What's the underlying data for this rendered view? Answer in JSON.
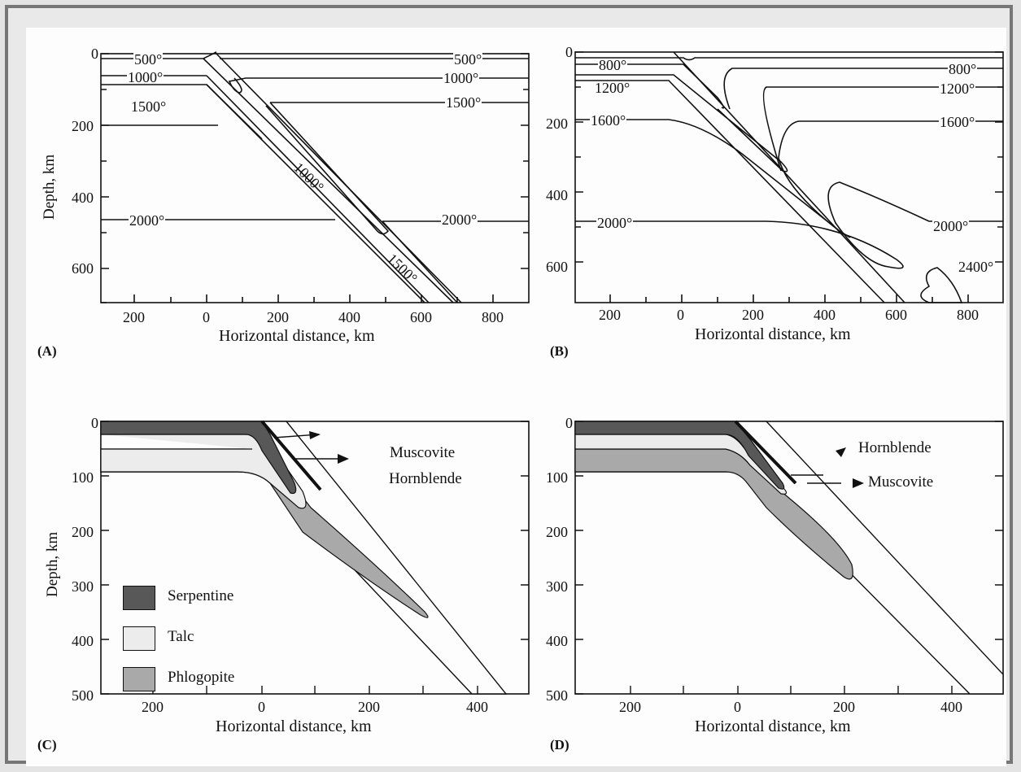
{
  "panels": {
    "A": {
      "label": "(A)",
      "xlabel": "Horizontal distance, km",
      "ylabel": "Depth, km",
      "xticks": [
        "200",
        "0",
        "200",
        "400",
        "600",
        "800"
      ],
      "yticks": [
        "0",
        "200",
        "400",
        "600"
      ],
      "isotherms": {
        "left_500": "500°",
        "right_500": "500°",
        "left_1000": "1000°",
        "right_1000": "1000°",
        "left_1500": "1500°",
        "right_1500": "1500°",
        "left_2000": "2000°",
        "right_2000": "2000°",
        "slab_1000": "1000°",
        "slab_1500": "1500°"
      }
    },
    "B": {
      "label": "(B)",
      "xlabel": "Horizontal distance, km",
      "xticks": [
        "200",
        "0",
        "200",
        "400",
        "600",
        "800"
      ],
      "yticks": [
        "0",
        "200",
        "400",
        "600"
      ],
      "isotherms": {
        "left_800": "800°",
        "right_800": "800°",
        "left_1200": "1200°",
        "right_1200": "1200°",
        "left_1600": "1600°",
        "right_1600": "1600°",
        "left_2000": "2000°",
        "right_2000": "2000°",
        "right_2400": "2400°"
      }
    },
    "C": {
      "label": "(C)",
      "xlabel": "Horizontal distance, km",
      "ylabel": "Depth, km",
      "xticks": [
        "200",
        "0",
        "200",
        "400"
      ],
      "yticks": [
        "0",
        "100",
        "200",
        "300",
        "400",
        "500"
      ],
      "minerals": {
        "muscovite": "Muscovite",
        "hornblende": "Hornblende"
      },
      "legend": [
        {
          "label": "Serpentine",
          "color": "#585858"
        },
        {
          "label": "Talc",
          "color": "#ececec"
        },
        {
          "label": "Phlogopite",
          "color": "#a9a9a9"
        }
      ]
    },
    "D": {
      "label": "(D)",
      "xlabel": "Horizontal distance, km",
      "xticks": [
        "200",
        "0",
        "200",
        "400"
      ],
      "yticks": [
        "0",
        "100",
        "200",
        "300",
        "400",
        "500"
      ],
      "minerals": {
        "hornblende": "Hornblende",
        "muscovite": "Muscovite"
      }
    }
  },
  "colors": {
    "serpentine": "#585858",
    "talc": "#ececec",
    "phlogopite": "#a9a9a9",
    "ink": "#111111"
  }
}
